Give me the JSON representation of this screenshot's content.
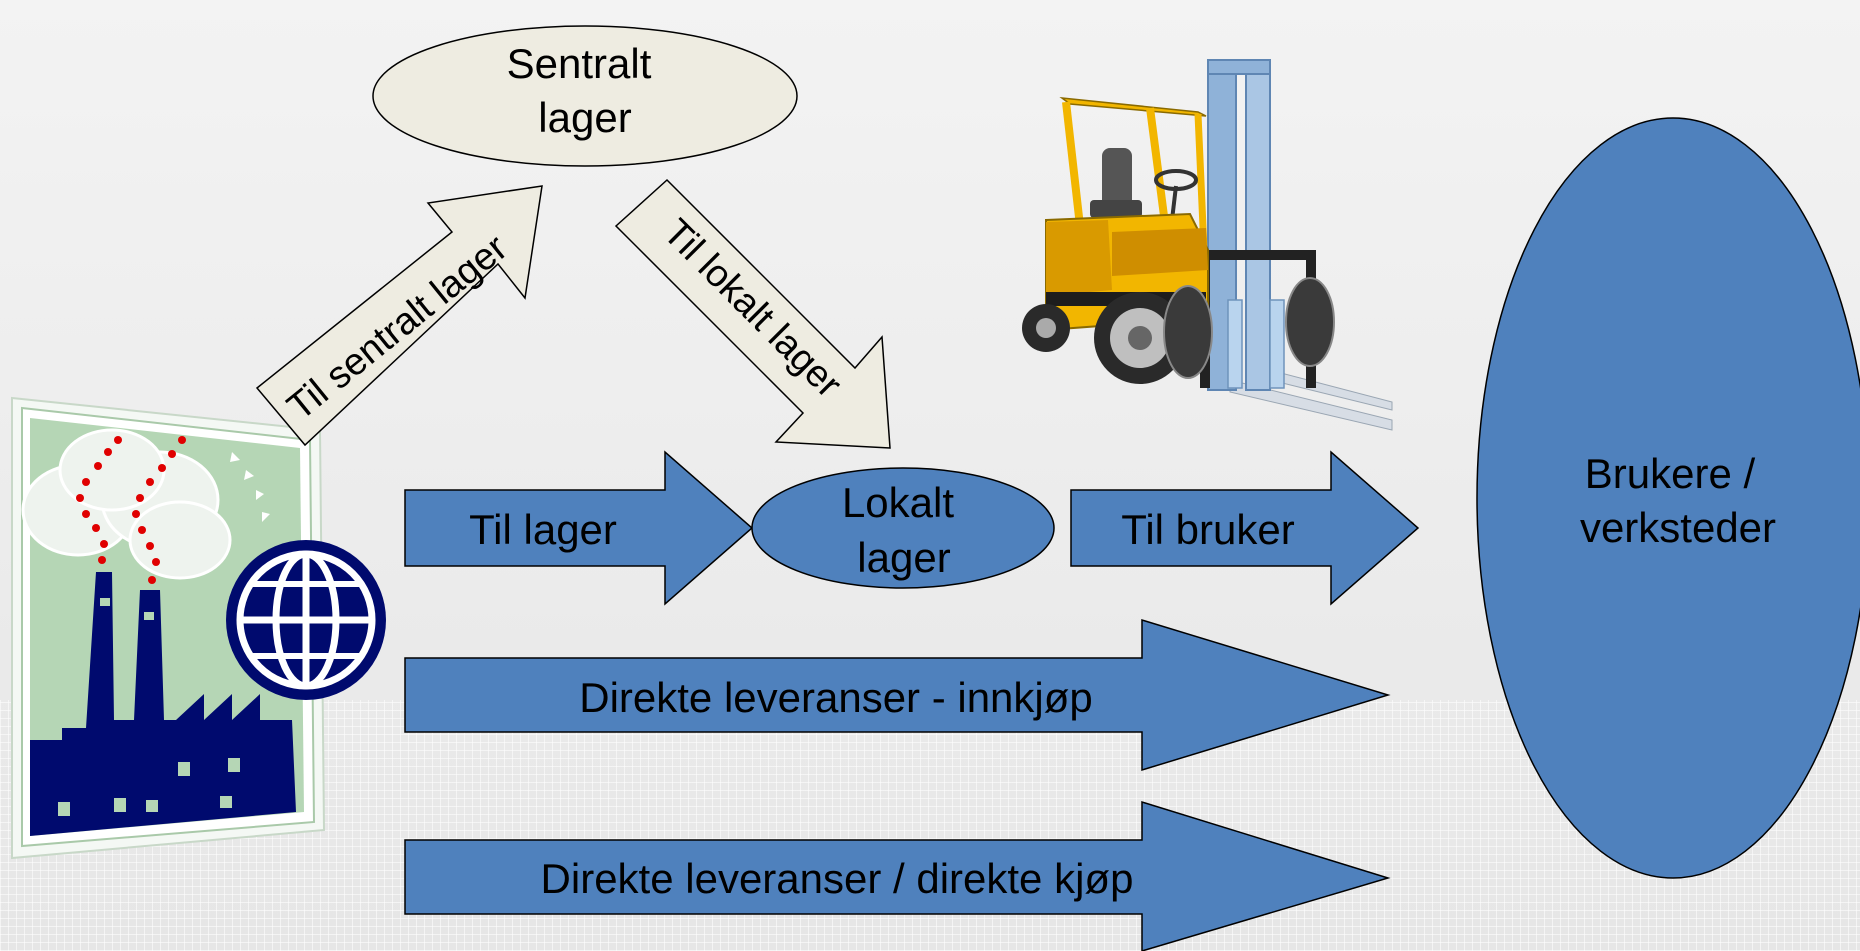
{
  "nodes": {
    "central_warehouse": {
      "line1": "Sentralt",
      "line2": "lager"
    },
    "local_warehouse": {
      "line1": "Lokalt",
      "line2": "lager"
    },
    "users": {
      "line1": "Brukere /",
      "line2": "verksteder"
    }
  },
  "arrows": {
    "to_central": "Til sentralt lager",
    "to_local": "Til lokalt lager",
    "to_warehouse": "Til lager",
    "to_user": "Til bruker",
    "direct_purchase": "Direkte leveranser - innkjøp",
    "direct_delivery": "Direkte leveranser / direkte kjøp"
  },
  "colors": {
    "blue": "#4f81bd",
    "beige": "#eeece1",
    "navy": "#000a6e",
    "factory_bg": "#b5d6b5",
    "forklift_yellow": "#f2b600",
    "mast": "#8fb2d8"
  },
  "icons": [
    "factory-icon",
    "globe-icon",
    "forklift-icon"
  ]
}
